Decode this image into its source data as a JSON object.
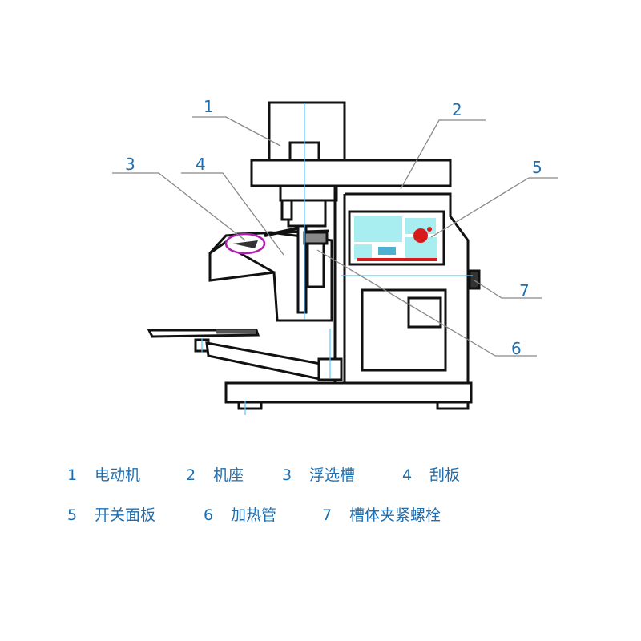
{
  "callouts": [
    "1",
    "2",
    "3",
    "4",
    "5",
    "6",
    "7"
  ],
  "legend": {
    "row1": [
      {
        "num": "1",
        "text": "电动机"
      },
      {
        "num": "2",
        "text": "机座"
      },
      {
        "num": "3",
        "text": "浮选槽"
      },
      {
        "num": "4",
        "text": "刮板"
      }
    ],
    "row2": [
      {
        "num": "5",
        "text": "开关面板"
      },
      {
        "num": "6",
        "text": "加热管"
      },
      {
        "num": "7",
        "text": "槽体夹紧螺栓"
      }
    ]
  },
  "colors": {
    "outline": "#111111",
    "leader": "#888888",
    "label": "#1f6fb0",
    "panel": "#a8eef0",
    "panel_accent": "#d91a1a",
    "highlight": "#b01fb0",
    "centerline": "#58c8ff"
  }
}
